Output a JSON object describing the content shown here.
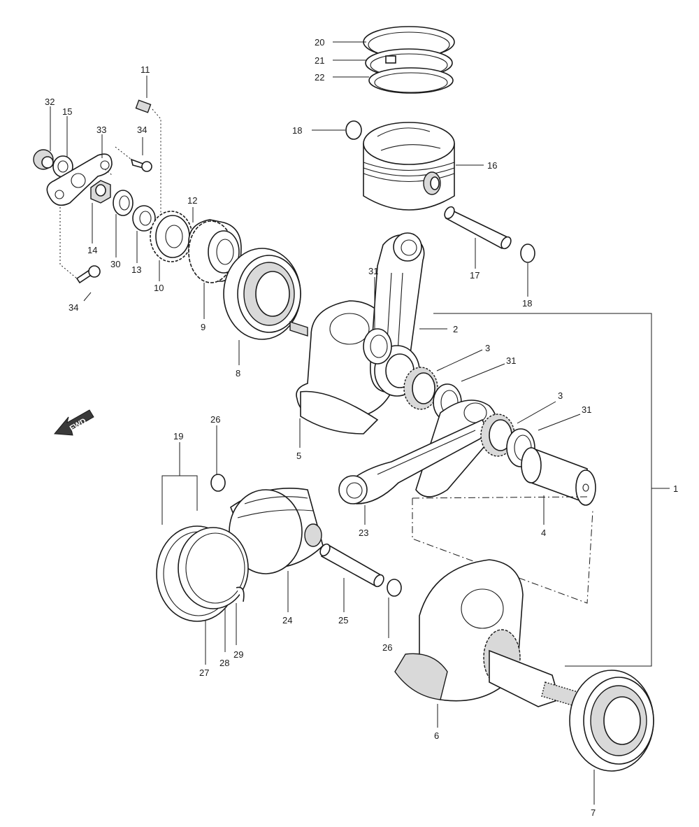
{
  "diagram": {
    "fwd_label": "FWD",
    "callouts": {
      "c1": "1",
      "c2": "2",
      "c3a": "3",
      "c3b": "3",
      "c4": "4",
      "c5": "5",
      "c6": "6",
      "c7": "7",
      "c8": "8",
      "c9": "9",
      "c10": "10",
      "c11": "11",
      "c12": "12",
      "c13": "13",
      "c14": "14",
      "c15": "15",
      "c16": "16",
      "c17": "17",
      "c18a": "18",
      "c18b": "18",
      "c19": "19",
      "c20": "20",
      "c21": "21",
      "c22": "22",
      "c23": "23",
      "c24": "24",
      "c25": "25",
      "c26a": "26",
      "c26b": "26",
      "c27": "27",
      "c28": "28",
      "c29": "29",
      "c30": "30",
      "c31a": "31",
      "c31b": "31",
      "c31c": "31",
      "c32": "32",
      "c33": "33",
      "c34a": "34",
      "c34b": "34"
    }
  }
}
